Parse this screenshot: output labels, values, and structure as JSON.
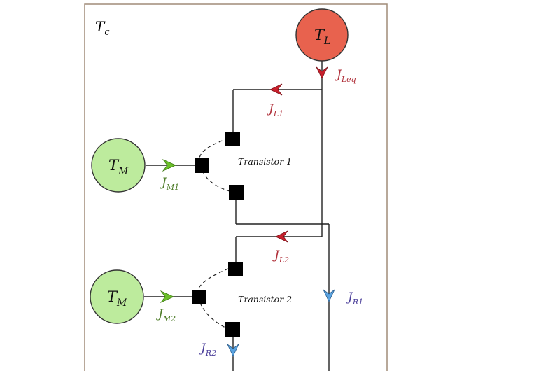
{
  "frame": {
    "label_main": "T",
    "label_sub": "c"
  },
  "nodes": {
    "tl": {
      "main": "T",
      "sub": "L",
      "color": "#e8624e"
    },
    "tm1": {
      "main": "T",
      "sub": "M",
      "color": "#bdeb9d"
    },
    "tm2": {
      "main": "T",
      "sub": "M",
      "color": "#bdeb9d"
    }
  },
  "transistors": {
    "t1": "Transistor 1",
    "t2": "Transistor 2"
  },
  "currents": {
    "jleq": {
      "main": "J",
      "sub": "Leq",
      "color": "#b0303a"
    },
    "jl1": {
      "main": "J",
      "sub": "L1",
      "color": "#b0303a"
    },
    "jl2": {
      "main": "J",
      "sub": "L2",
      "color": "#b0303a"
    },
    "jm1": {
      "main": "J",
      "sub": "M1",
      "color": "#4f7d2a"
    },
    "jm2": {
      "main": "J",
      "sub": "M2",
      "color": "#4f7d2a"
    },
    "jr1": {
      "main": "J",
      "sub": "R1",
      "color": "#4b3f9a"
    },
    "jr2": {
      "main": "J",
      "sub": "R2",
      "color": "#4b3f9a"
    }
  },
  "colors": {
    "red_arrow": "#c8202c",
    "green_arrow": "#6bbf2a",
    "blue_arrow": "#5aa3e0",
    "frame_border": "#a08c78"
  }
}
